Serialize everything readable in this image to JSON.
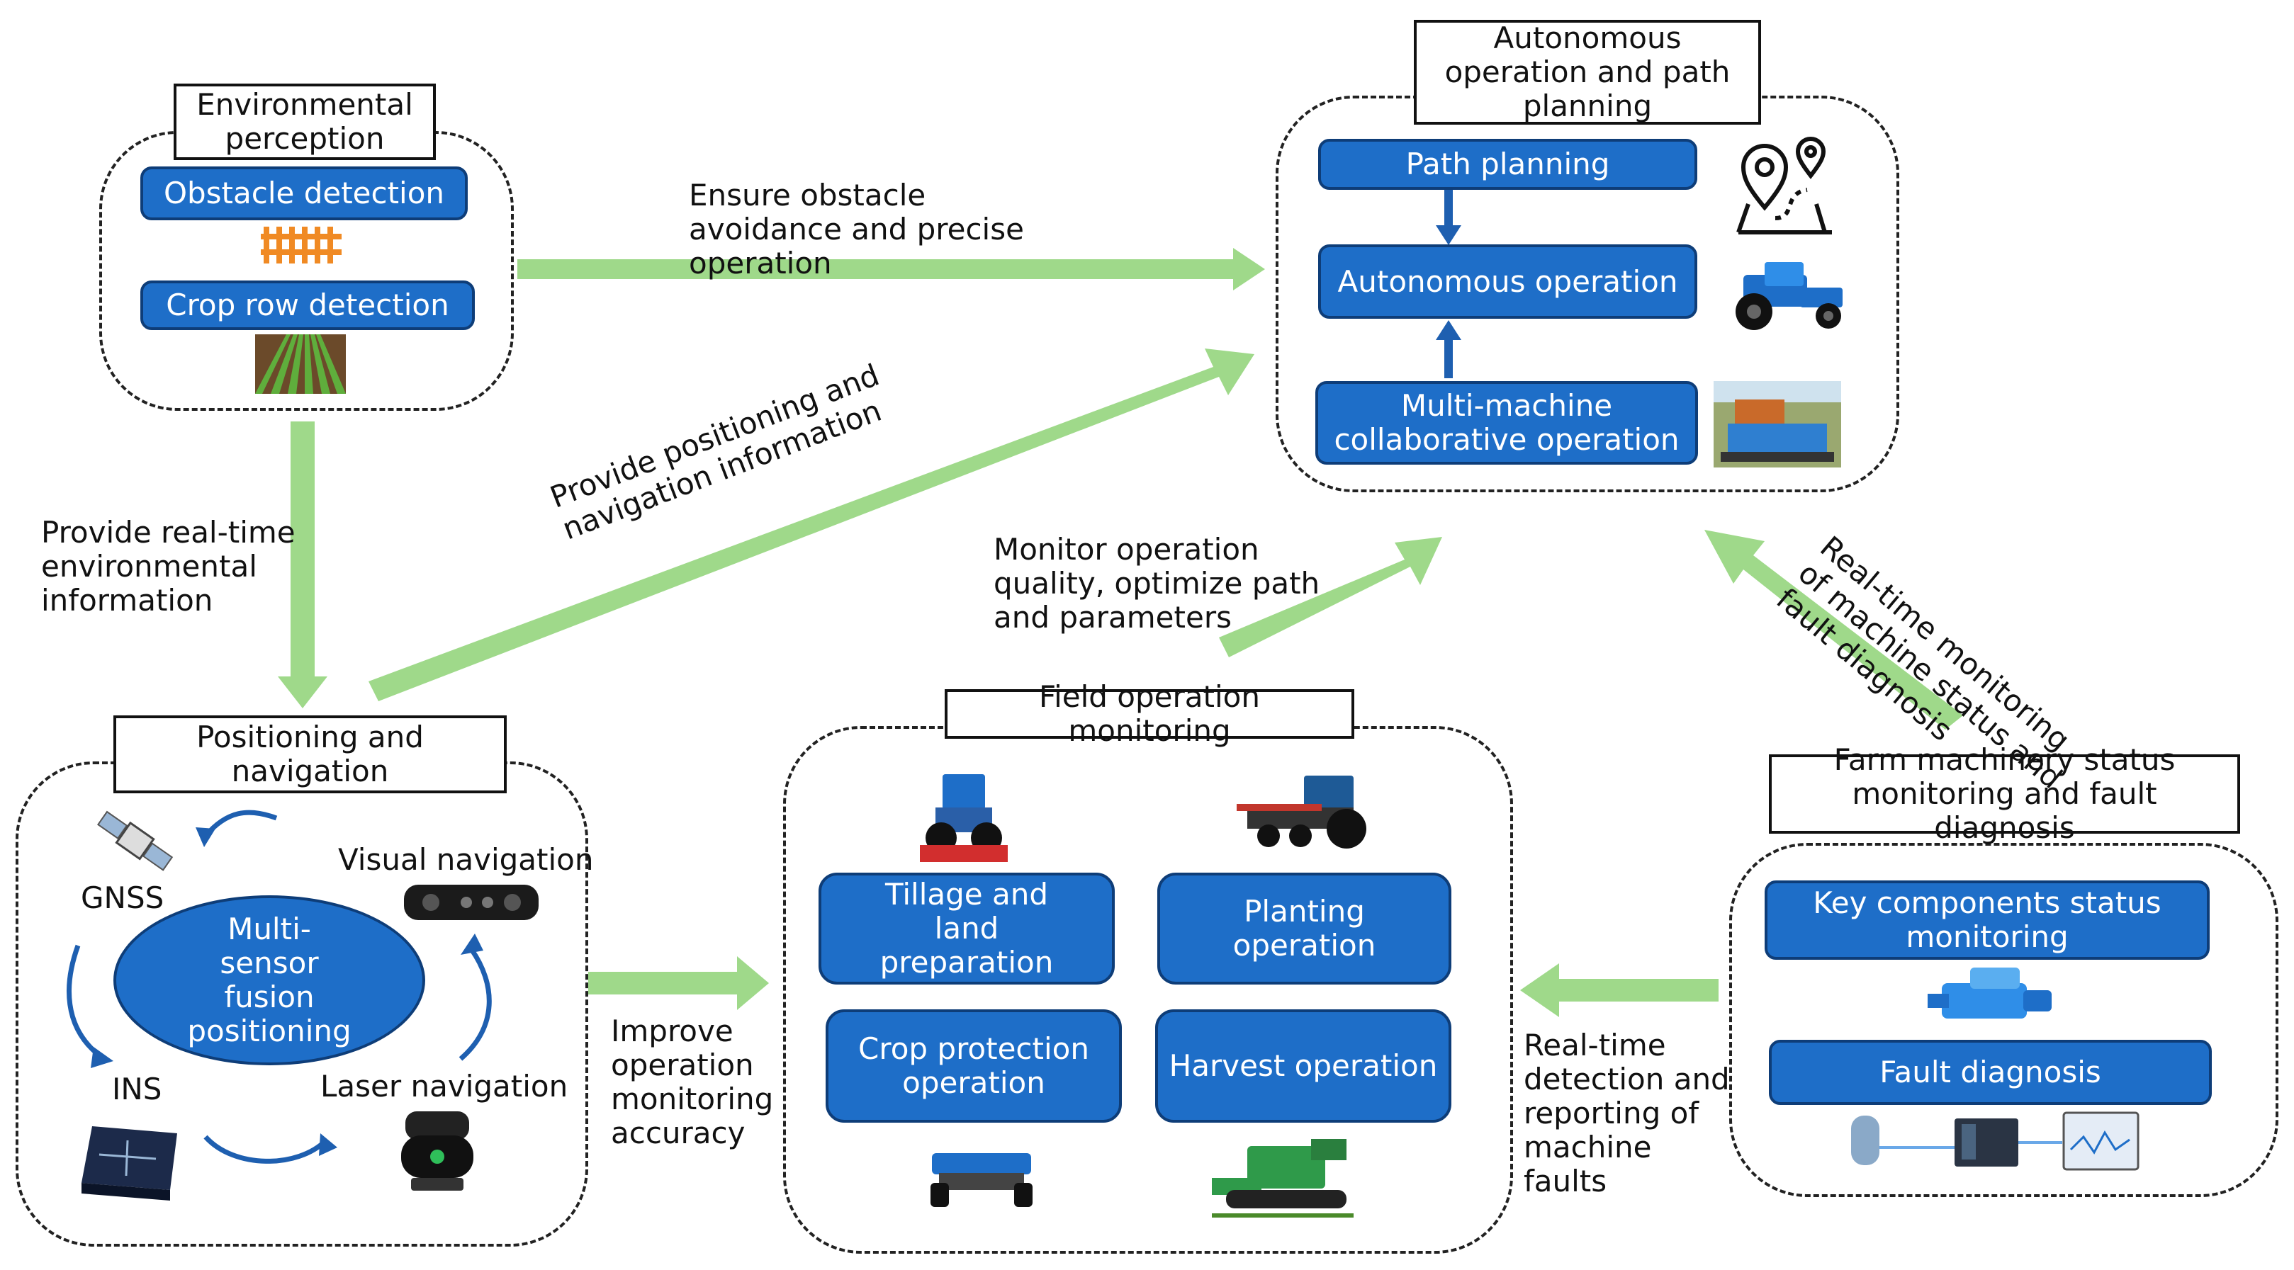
{
  "environmental": {
    "title": "Environmental perception",
    "obstacle": "Obstacle detection",
    "crop_row": "Crop row detection"
  },
  "autonomous": {
    "title": "Autonomous operation and path planning",
    "path_planning": "Path planning",
    "autonomous_operation": "Autonomous operation",
    "multi_machine": "Multi-machine collaborative operation"
  },
  "positioning": {
    "title": "Positioning and navigation",
    "fusion": "Multi-sensor fusion positioning",
    "gnss": "GNSS",
    "visual": "Visual navigation",
    "ins": "INS",
    "laser": "Laser navigation"
  },
  "field": {
    "title": "Field operation monitoring",
    "tillage": "Tillage and land preparation",
    "planting": "Planting operation",
    "crop_protection": "Crop protection operation",
    "harvest": "Harvest operation"
  },
  "machinery": {
    "title": "Farm machinery status monitoring and fault diagnosis",
    "key_components": "Key components status monitoring",
    "fault": "Fault diagnosis"
  },
  "arrows": {
    "ensure": "Ensure obstacle avoidance and precise operation",
    "provide_env": "Provide real-time environmental information",
    "provide_pos": "Provide positioning and navigation information",
    "monitor": "Monitor operation quality, optimize path and parameters",
    "realtime_status": "Real-time monitoring of machine status and fault diagnosis",
    "improve": "Improve operation monitoring accuracy",
    "realtime_detect": "Real-time detection and reporting of machine faults"
  },
  "colors": {
    "box_blue": "#1e6ec8",
    "box_border": "#0e3d78",
    "arrow_green": "#9fd98a"
  }
}
